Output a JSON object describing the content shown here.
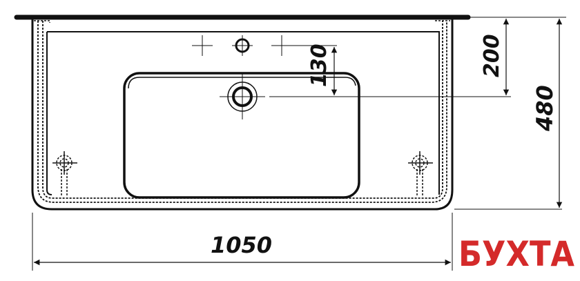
{
  "diagram": {
    "subject": "washbasin technical drawing (top view)",
    "dimensions": {
      "width": "1050",
      "depth": "480",
      "tap_hole_offset": "200",
      "drain_offset": "130"
    },
    "colors": {
      "line": "#111111",
      "background": "#ffffff",
      "logo": "#d42a2a"
    }
  },
  "logo": {
    "text": "БУХТА"
  }
}
